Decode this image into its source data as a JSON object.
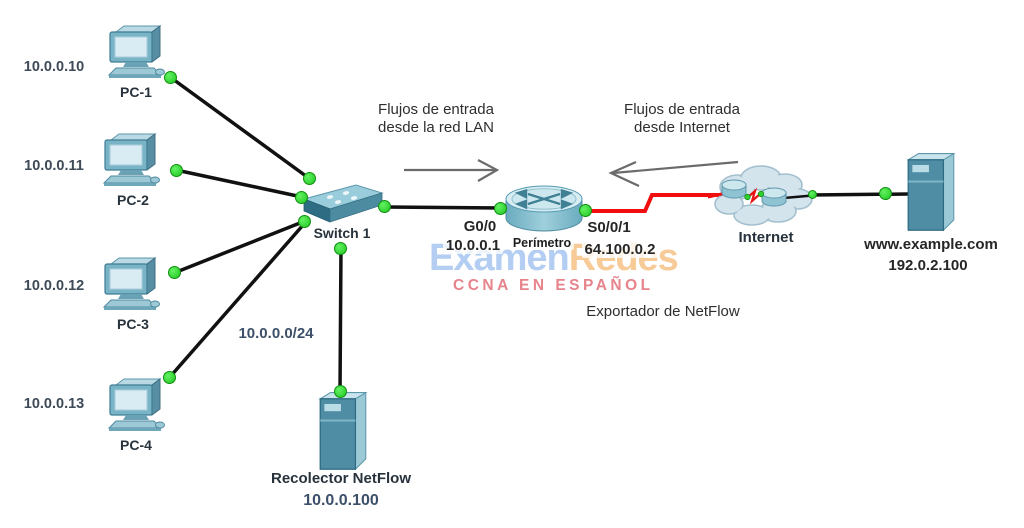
{
  "pcs": [
    {
      "name": "PC-1",
      "ip": "10.0.0.10"
    },
    {
      "name": "PC-2",
      "ip": "10.0.0.11"
    },
    {
      "name": "PC-3",
      "ip": "10.0.0.12"
    },
    {
      "name": "PC-4",
      "ip": "10.0.0.13"
    }
  ],
  "switch": {
    "label": "Switch 1"
  },
  "router": {
    "label": "Perímetro",
    "lan_interface": "G0/0",
    "lan_ip": "10.0.0.1",
    "wan_interface": "S0/0/1",
    "wan_ip": "64.100.0.2",
    "role": "Exportador de NetFlow"
  },
  "cloud": {
    "label": "Internet"
  },
  "web_server": {
    "label": "www.example.com",
    "ip": "192.0.2.100"
  },
  "netflow_collector": {
    "label": "Recolector NetFlow",
    "ip": "10.0.0.100"
  },
  "lan_subnet": "10.0.0.0/24",
  "annotations": {
    "lan_flow_line1": "Flujos de entrada",
    "lan_flow_line2": "desde la red LAN",
    "internet_flow_line1": "Flujos de entrada",
    "internet_flow_line2": "desde Internet"
  },
  "watermark": {
    "brand_part1": "Examen",
    "brand_part2": "Redes",
    "tagline": "CCNA EN ESPAÑOL"
  },
  "colors": {
    "ethernet_link": "#111111",
    "serial_link": "#f10e0e",
    "port_up_dot": "#2ede2e",
    "device_teal": "#4e8da4",
    "watermark_blue": "#a9c8f1",
    "watermark_orange": "#f6c489",
    "watermark_red": "#e4737c"
  }
}
